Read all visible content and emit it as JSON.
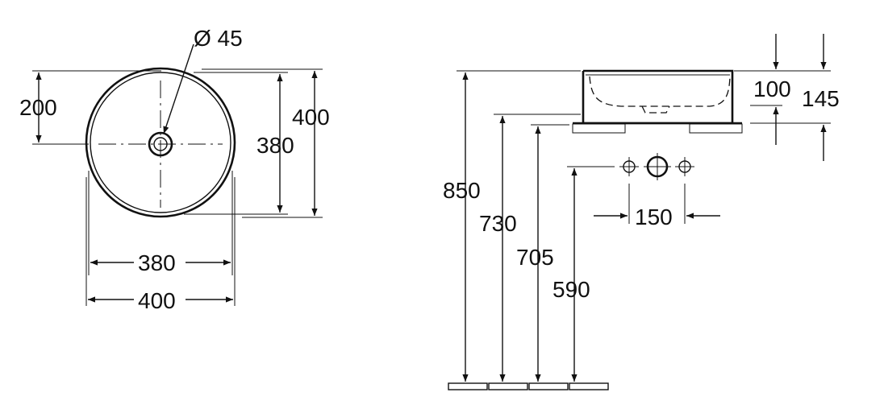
{
  "top_view": {
    "drain_diameter": "Ø 45",
    "height_200": "200",
    "height_380": "380",
    "height_400": "400",
    "width_380": "380",
    "width_400": "400"
  },
  "side_view": {
    "height_850": "850",
    "height_730": "730",
    "height_705": "705",
    "height_590": "590",
    "depth_100": "100",
    "depth_145": "145",
    "spacing_150": "150"
  },
  "colors": {
    "line": "#111111",
    "background": "#ffffff"
  }
}
